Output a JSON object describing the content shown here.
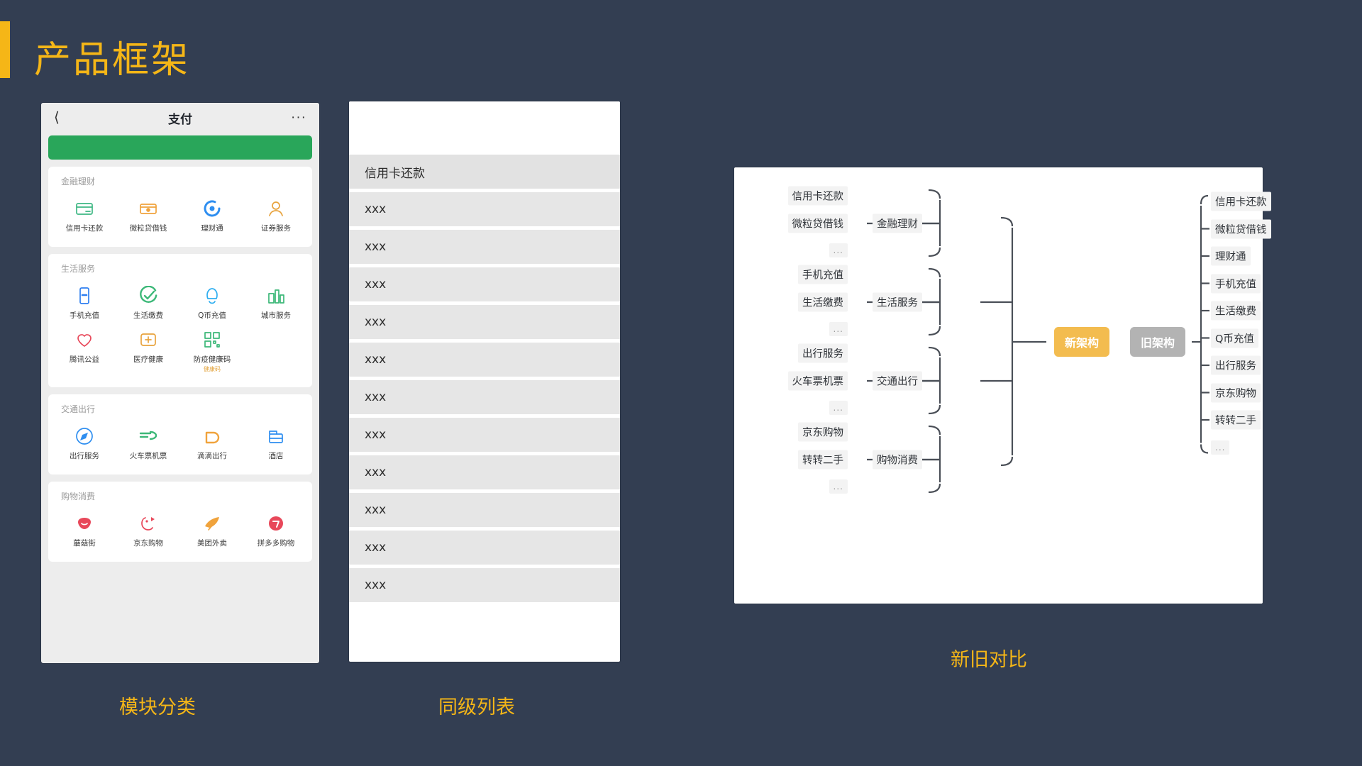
{
  "slide": {
    "title": "产品框架",
    "accent_color": "#f5b617",
    "background_color": "#333e52"
  },
  "phone": {
    "header": {
      "back_icon": "chevron-left-icon",
      "title": "支付",
      "more_icon": "ellipsis-icon"
    },
    "banner_color": "#29a65a",
    "sections": [
      {
        "title": "金融理财",
        "items": [
          {
            "label": "信用卡还款",
            "icon": "credit-card-icon",
            "color": "#3fb884"
          },
          {
            "label": "微粒贷借钱",
            "icon": "wallet-icon",
            "color": "#f0a33c"
          },
          {
            "label": "理财通",
            "icon": "finance-circle-icon",
            "color": "#2e8ef0"
          },
          {
            "label": "证券服务",
            "icon": "securities-icon",
            "color": "#e8a33d"
          }
        ]
      },
      {
        "title": "生活服务",
        "items": [
          {
            "label": "手机充值",
            "icon": "phone-charge-icon",
            "color": "#2e7ff0"
          },
          {
            "label": "生活缴费",
            "icon": "bill-pay-icon",
            "color": "#3cb878"
          },
          {
            "label": "Q币充值",
            "icon": "qcoin-icon",
            "color": "#2eaef0"
          },
          {
            "label": "城市服务",
            "icon": "city-service-icon",
            "color": "#3cb878"
          },
          {
            "label": "腾讯公益",
            "icon": "heart-charity-icon",
            "color": "#e8485a"
          },
          {
            "label": "医疗健康",
            "icon": "medical-icon",
            "color": "#e8a33d"
          },
          {
            "label": "防疫健康码",
            "icon": "qr-health-code-icon",
            "color": "#3cb878",
            "sub": "健康码"
          }
        ]
      },
      {
        "title": "交通出行",
        "items": [
          {
            "label": "出行服务",
            "icon": "compass-icon",
            "color": "#2e8ef0"
          },
          {
            "label": "火车票机票",
            "icon": "train-ticket-icon",
            "color": "#3cb878"
          },
          {
            "label": "滴滴出行",
            "icon": "didi-icon",
            "color": "#f0a33c"
          },
          {
            "label": "酒店",
            "icon": "hotel-icon",
            "color": "#2e8ef0"
          }
        ]
      },
      {
        "title": "购物消费",
        "items": [
          {
            "label": "蘑菇街",
            "icon": "mogujie-icon",
            "color": "#e8485a"
          },
          {
            "label": "京东购物",
            "icon": "jd-dog-icon",
            "color": "#e8485a"
          },
          {
            "label": "美团外卖",
            "icon": "meituan-icon",
            "color": "#f0a33c"
          },
          {
            "label": "拼多多购物",
            "icon": "pinduoduo-icon",
            "color": "#e8485a"
          }
        ]
      }
    ]
  },
  "list_panel": {
    "rows": [
      "信用卡还款",
      "xxx",
      "xxx",
      "xxx",
      "xxx",
      "xxx",
      "xxx",
      "xxx",
      "xxx",
      "xxx",
      "xxx",
      "xxx"
    ]
  },
  "mindmap": {
    "new_node": "新架构",
    "old_node": "旧架构",
    "new_node_color": "#f3bc4f",
    "old_node_color": "#b3b3b3",
    "groups": [
      {
        "name": "金融理财",
        "children": [
          "信用卡还款",
          "微粒贷借钱",
          "..."
        ]
      },
      {
        "name": "生活服务",
        "children": [
          "手机充值",
          "生活缴费",
          "..."
        ]
      },
      {
        "name": "交通出行",
        "children": [
          "出行服务",
          "火车票机票",
          "..."
        ]
      },
      {
        "name": "购物消费",
        "children": [
          "京东购物",
          "转转二手",
          "..."
        ]
      }
    ],
    "old_items": [
      "信用卡还款",
      "微粒贷借钱",
      "理财通",
      "手机充值",
      "生活缴费",
      "Q币充值",
      "出行服务",
      "京东购物",
      "转转二手",
      "..."
    ]
  },
  "captions": {
    "left": "模块分类",
    "middle": "同级列表",
    "right": "新旧对比"
  }
}
